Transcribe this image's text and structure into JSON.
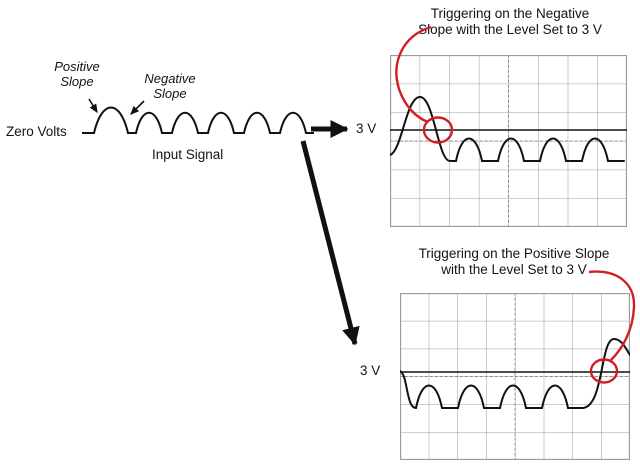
{
  "colors": {
    "red": "#cf1f25",
    "grid": "#9b9b9b",
    "ink": "#141414"
  },
  "input": {
    "positive_slope": "Positive\nSlope",
    "negative_slope": "Negative\nSlope",
    "zero_volts": "Zero Volts",
    "caption": "Input Signal"
  },
  "scopes": {
    "negative": {
      "title": "Triggering on the Negative\nSlope with the Level Set to 3 V",
      "level": "3 V"
    },
    "positive": {
      "title": "Triggering on the Positive Slope\nwith the Level Set to 3 V",
      "level": "3 V"
    }
  }
}
